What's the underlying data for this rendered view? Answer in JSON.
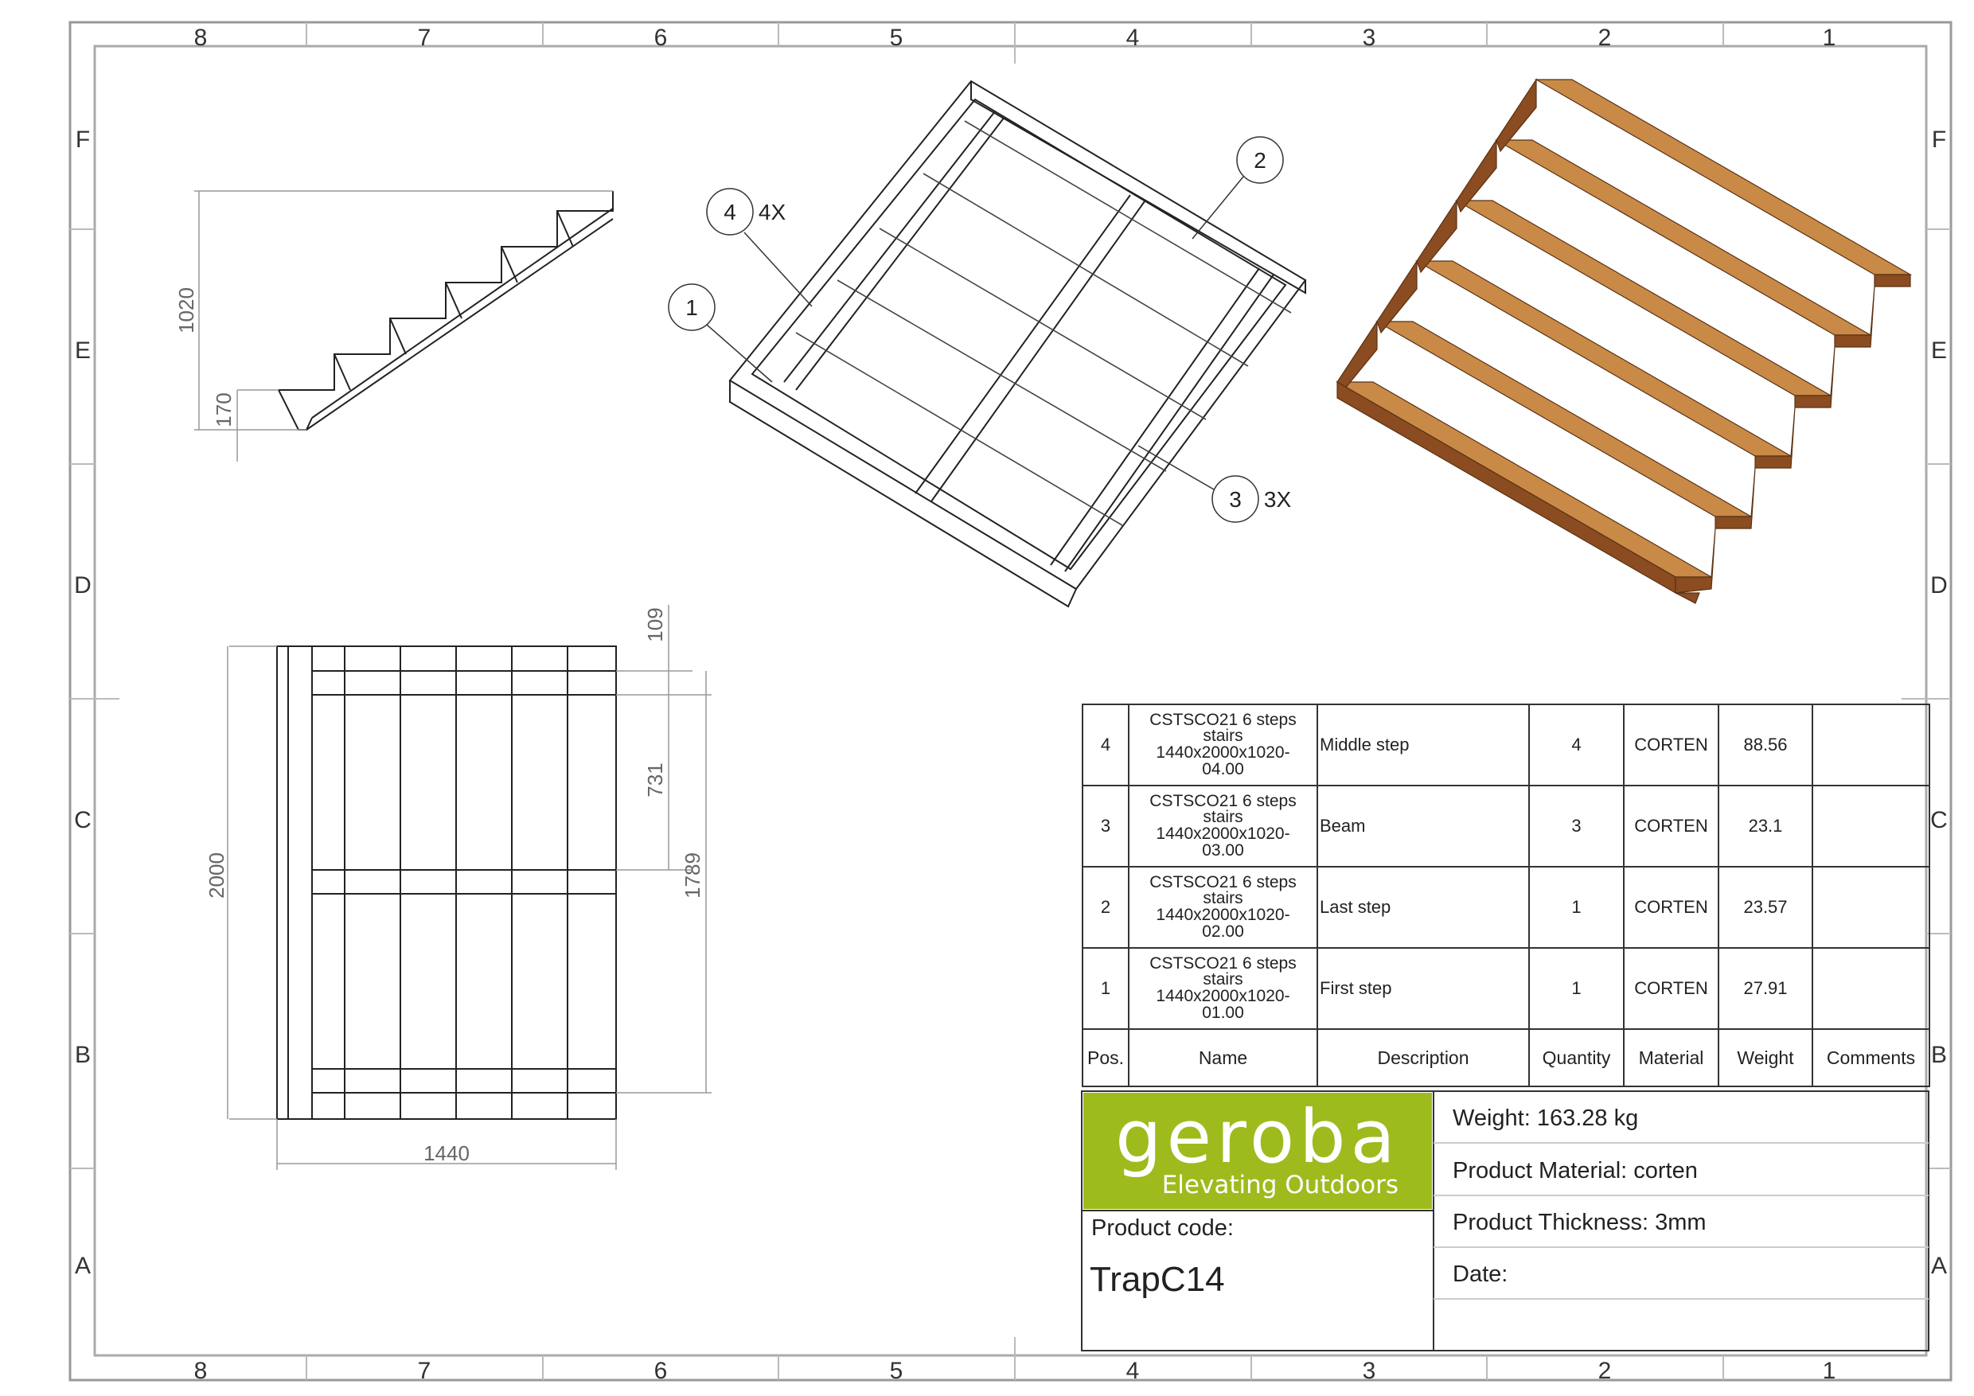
{
  "colors": {
    "line": "#888888",
    "dark": "#333333",
    "corten_top": "#c98a48",
    "corten_face": "#8a4c20",
    "logo_green": "#9dbb1d"
  },
  "grid": {
    "columns": [
      "8",
      "7",
      "6",
      "5",
      "4",
      "3",
      "2",
      "1"
    ],
    "rows": [
      "F",
      "E",
      "D",
      "C",
      "B",
      "A"
    ]
  },
  "side_view": {
    "dim_height": "1020",
    "dim_step": "170"
  },
  "iso_view": {
    "balloons": [
      {
        "num": "4",
        "qty": "4X"
      },
      {
        "num": "1",
        "qty": ""
      },
      {
        "num": "2",
        "qty": ""
      },
      {
        "num": "3",
        "qty": "3X"
      }
    ]
  },
  "top_view": {
    "dim_109": "109",
    "dim_731": "731",
    "dim_1789": "1789",
    "dim_2000": "2000",
    "dim_1440": "1440"
  },
  "bom": {
    "headers": [
      "Pos.",
      "Name",
      "Description",
      "Quantity",
      "Material",
      "Weight",
      "Comments"
    ],
    "rows": [
      {
        "pos": "4",
        "name": [
          "CSTSCO21 6 steps",
          "stairs",
          "1440x2000x1020-",
          "04.00"
        ],
        "desc": "Middle step",
        "qty": "4",
        "material": "CORTEN",
        "weight": "88.56",
        "comments": ""
      },
      {
        "pos": "3",
        "name": [
          "CSTSCO21 6 steps",
          "stairs",
          "1440x2000x1020-",
          "03.00"
        ],
        "desc": "Beam",
        "qty": "3",
        "material": "CORTEN",
        "weight": "23.1",
        "comments": ""
      },
      {
        "pos": "2",
        "name": [
          "CSTSCO21 6 steps",
          "stairs",
          "1440x2000x1020-",
          "02.00"
        ],
        "desc": "Last step",
        "qty": "1",
        "material": "CORTEN",
        "weight": "23.57",
        "comments": ""
      },
      {
        "pos": "1",
        "name": [
          "CSTSCO21 6 steps",
          "stairs",
          "1440x2000x1020-",
          "01.00"
        ],
        "desc": "First step",
        "qty": "1",
        "material": "CORTEN",
        "weight": "27.91",
        "comments": ""
      }
    ]
  },
  "title_block": {
    "logo_word": "geroba",
    "logo_tagline": "Elevating Outdoors",
    "product_code_label": "Product code:",
    "product_code": "TrapC14",
    "weight": "Weight:  163.28 kg",
    "material": "Product Material: corten",
    "thickness": "Product Thickness:  3mm",
    "date": "Date:"
  }
}
